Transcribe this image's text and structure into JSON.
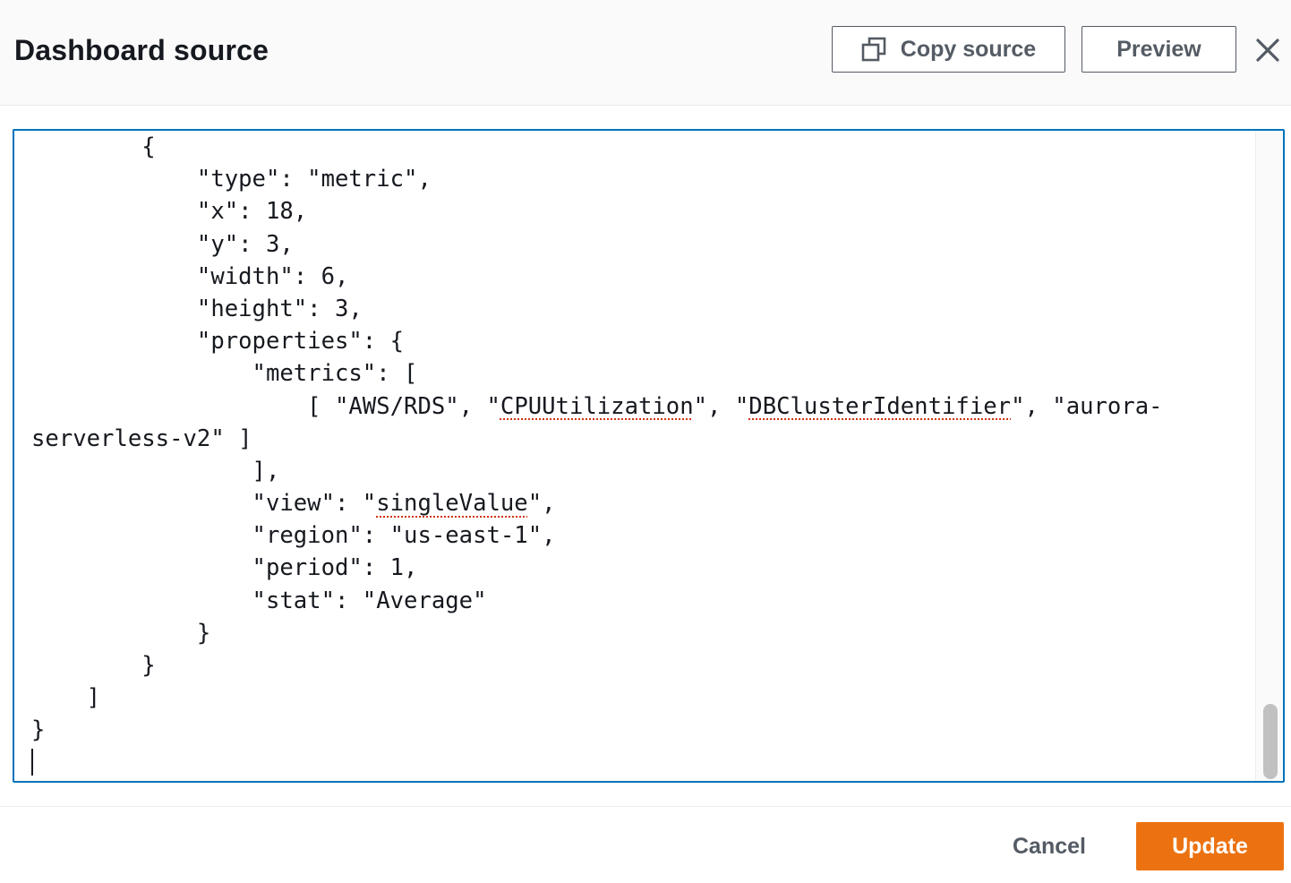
{
  "header": {
    "title": "Dashboard source",
    "copy_source_label": "Copy source",
    "preview_label": "Preview",
    "close_label": "Close"
  },
  "editor": {
    "lines": [
      "        {",
      "            \"type\": \"metric\",",
      "            \"x\": 18,",
      "            \"y\": 3,",
      "            \"width\": 6,",
      "            \"height\": 3,",
      "            \"properties\": {",
      "                \"metrics\": [",
      "                    [ \"AWS/RDS\", \"CPUUtilization\", \"DBClusterIdentifier\", \"aurora-",
      "serverless-v2\" ]",
      "                ],",
      "                \"view\": \"singleValue\",",
      "                \"region\": \"us-east-1\",",
      "                \"period\": 1,",
      "                \"stat\": \"Average\"",
      "            }",
      "        }",
      "    ]",
      "}",
      ""
    ],
    "spellcheck_words": [
      "CPUUtilization",
      "DBClusterIdentifier",
      "singleValue"
    ]
  },
  "footer": {
    "cancel_label": "Cancel",
    "update_label": "Update"
  },
  "colors": {
    "primary_button": "#ec7211",
    "editor_focus_border": "#0073bb",
    "secondary_button_text": "#545b64",
    "spellcheck_underline": "#d13212"
  },
  "icons": {
    "copy": "copy-icon",
    "close": "close-icon"
  }
}
